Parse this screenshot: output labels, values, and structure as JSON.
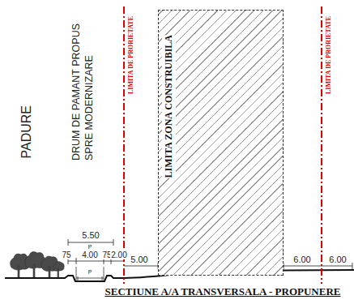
{
  "diagram": {
    "caption": "SECTIUNE A/A TRANSVERSALA - PROPUNERE",
    "nodes": [
      {
        "text": [
          "LIMITA ZONA CONSTRUIBILA"
        ]
      }
    ],
    "labels": [
      "PADURE",
      "DRUM DE PAMANT PROPUS SPRE MODERNIZARE",
      "LIMITA DE PRORIETATE",
      "LIMITA DE PRORIETATE",
      "5.50",
      "P",
      "4.00",
      "P",
      "75",
      "75",
      "2.00",
      "5.00",
      "6.00",
      "6.00"
    ]
  }
}
